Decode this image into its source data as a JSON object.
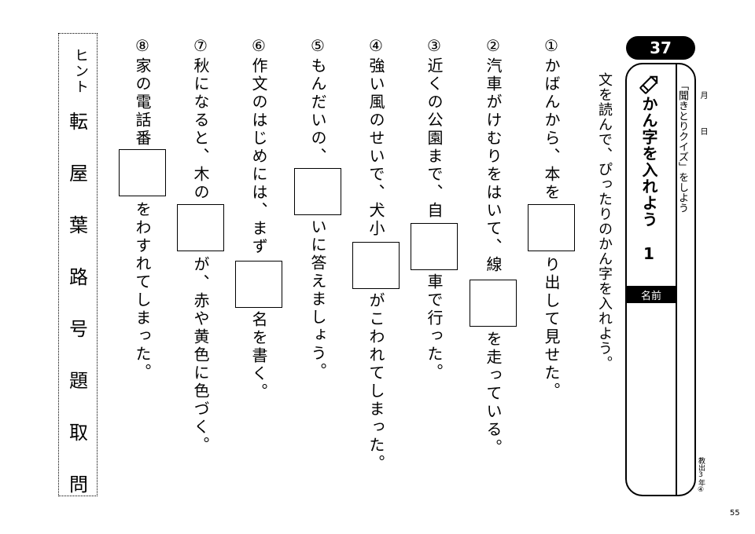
{
  "header": {
    "number": "37",
    "subtitle": "「聞きとりクイズ」をしよう",
    "month": "月",
    "day": "日",
    "title": "かん字を入れよう　1",
    "name_label": "名前",
    "edition": "教出3年④",
    "page_number": "55"
  },
  "instruction": "文を読んで、ぴったりのかん字を入れよう。",
  "questions": [
    {
      "segments": [
        "①かばんから、本を",
        "り出して見せた。"
      ]
    },
    {
      "segments": [
        "②汽車がけむりをはいて、線",
        "を走っている。"
      ]
    },
    {
      "segments": [
        "③近くの公園まで、自",
        "車で行った。"
      ]
    },
    {
      "segments": [
        "④強い風のせいで、犬小",
        "がこわれてしまった。"
      ]
    },
    {
      "segments": [
        "⑤もんだいの、",
        "いに答えましょう。"
      ]
    },
    {
      "segments": [
        "⑥作文のはじめには、まず",
        "名を書く。"
      ]
    },
    {
      "segments": [
        "⑦秋になると、木の",
        "が、赤や黄色に色づく。"
      ]
    },
    {
      "segments": [
        "⑧家の電話番",
        "をわすれてしまった。"
      ]
    }
  ],
  "hint": {
    "label": "ヒント",
    "kanji": [
      "転",
      "屋",
      "葉",
      "路",
      "号",
      "題",
      "取",
      "問"
    ]
  }
}
